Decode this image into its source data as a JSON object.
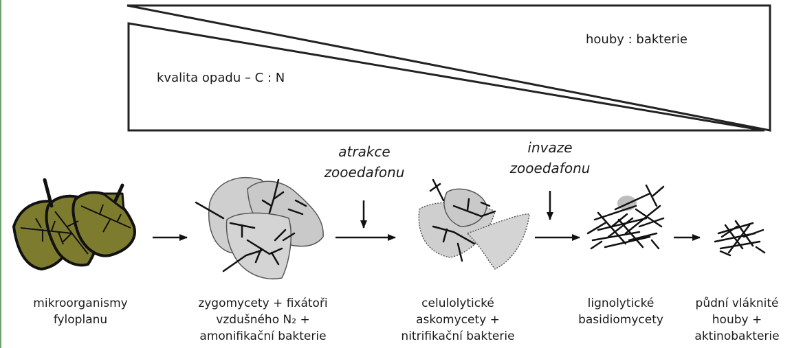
{
  "gradient": {
    "fungi_bacteria": "houby : bakterie",
    "litter_quality": "kvalita opadu – C : N"
  },
  "events": [
    {
      "line1": "atrakce",
      "line2": "zooedafonu"
    },
    {
      "line1": "invaze",
      "line2": "zooedafonu"
    }
  ],
  "stages": [
    {
      "line1": "mikroorganismy",
      "line2": "fyloplanu",
      "line3": ""
    },
    {
      "line1": "zygomycety + fixátoři",
      "line2": "vzdušného N₂ +",
      "line3": "amonifikační bakterie"
    },
    {
      "line1": "celulolytické",
      "line2": "askomycety +",
      "line3": "nitrifikační bakterie"
    },
    {
      "line1": "lignolytické",
      "line2": "basidiomycety",
      "line3": ""
    },
    {
      "line1": "půdní vláknité",
      "line2": "houby +",
      "line3": "aktinobakterie"
    }
  ],
  "colors": {
    "leaf_fresh": "#7d7c2e",
    "leaf_decayed": "#cfcfcf",
    "stroke": "#111111",
    "accent_rule": "#6fa06f"
  }
}
